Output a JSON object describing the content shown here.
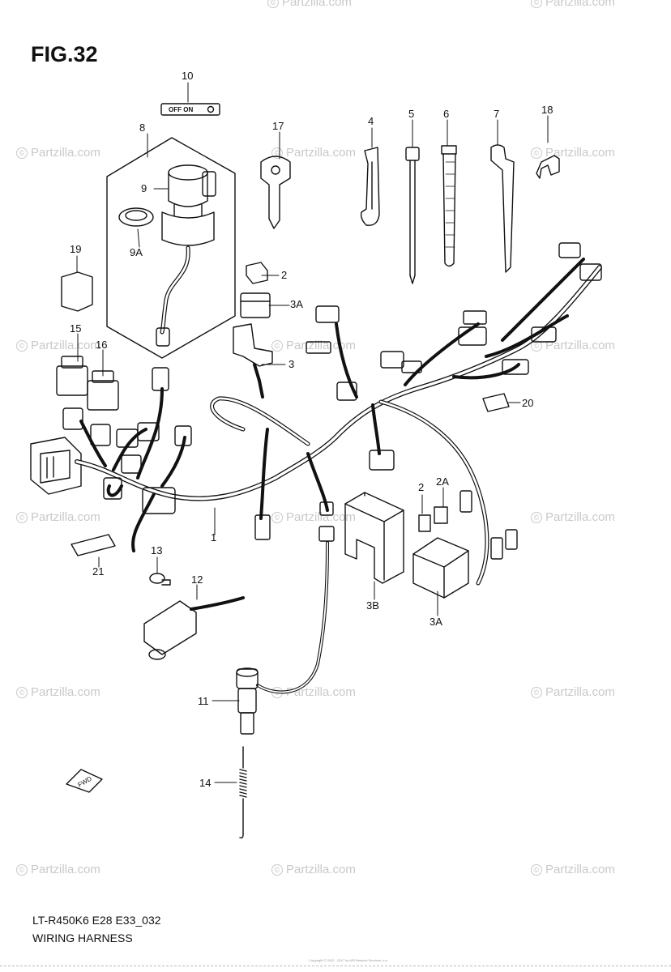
{
  "figure": {
    "title": "FIG.32",
    "code": "LT-R450K6 E28 E33_032",
    "name": "WIRING HARNESS"
  },
  "switch_label": "OFF ON",
  "fwd_label": "FWD",
  "watermark": "Partzilla.com",
  "copyright": "Copyright © 2002 - 2017 by ARI Network Services, Inc.",
  "callouts": [
    {
      "id": "c10",
      "label": "10"
    },
    {
      "id": "c8",
      "label": "8"
    },
    {
      "id": "c9",
      "label": "9"
    },
    {
      "id": "c9a",
      "label": "9A"
    },
    {
      "id": "c17",
      "label": "17"
    },
    {
      "id": "c4",
      "label": "4"
    },
    {
      "id": "c5",
      "label": "5"
    },
    {
      "id": "c6",
      "label": "6"
    },
    {
      "id": "c7",
      "label": "7"
    },
    {
      "id": "c18",
      "label": "18"
    },
    {
      "id": "c19",
      "label": "19"
    },
    {
      "id": "c2a",
      "label": "2"
    },
    {
      "id": "c3a1",
      "label": "3A"
    },
    {
      "id": "c15",
      "label": "15"
    },
    {
      "id": "c16",
      "label": "16"
    },
    {
      "id": "c3",
      "label": "3"
    },
    {
      "id": "c20",
      "label": "20"
    },
    {
      "id": "c2b",
      "label": "2"
    },
    {
      "id": "c2a2",
      "label": "2A"
    },
    {
      "id": "c1",
      "label": "1"
    },
    {
      "id": "c13",
      "label": "13"
    },
    {
      "id": "c21",
      "label": "21"
    },
    {
      "id": "c12",
      "label": "12"
    },
    {
      "id": "c3b",
      "label": "3B"
    },
    {
      "id": "c3a2",
      "label": "3A"
    },
    {
      "id": "c11",
      "label": "11"
    },
    {
      "id": "c14",
      "label": "14"
    }
  ]
}
